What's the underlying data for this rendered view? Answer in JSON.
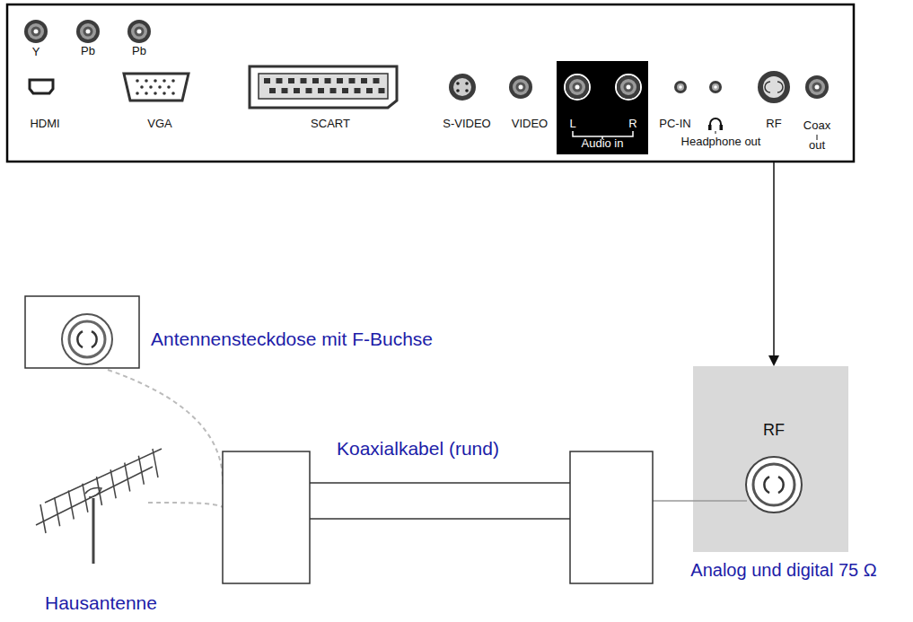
{
  "diagram": {
    "nodes": [
      {
        "text": [
          "Y",
          "Pb",
          "Pb",
          "HDMI",
          "VGA",
          "SCART",
          "S-VIDEO",
          "VIDEO",
          "PC-IN",
          "RF",
          "Coax out",
          "Headphone out"
        ]
      },
      {
        "text": [
          "L",
          "R",
          "Audio in"
        ],
        "in": 0
      },
      {
        "text": [
          "RF",
          "Analog und digital 75 Ω"
        ]
      }
    ],
    "edges": [
      {
        "from": 0,
        "to": 2,
        "arrow": "to"
      }
    ],
    "labels": [
      "Antennensteckdose mit F-Buchse",
      "Koaxialkabel (rund)",
      "Hausantenne"
    ]
  }
}
